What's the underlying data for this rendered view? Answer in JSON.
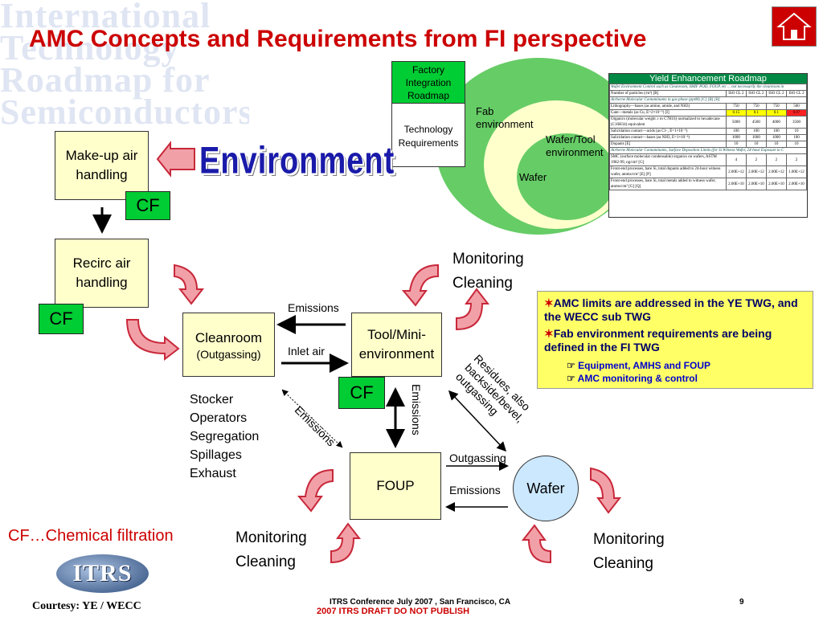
{
  "title": "AMC Concepts and Requirements from FI perspective",
  "background_wordmark": [
    "International",
    "Technology",
    "Roadmap for",
    "Semiconductors"
  ],
  "home_icon": "home-icon",
  "factory_box": {
    "top_lines": [
      "Factory",
      "Integration",
      "Roadmap"
    ],
    "bottom_lines": [
      "Technology",
      "Requirements"
    ]
  },
  "env_labels": {
    "fab": "Fab environment",
    "wafer_tool": "Wafer/Tool environment",
    "wafer": "Wafer"
  },
  "environment_word": "Environment",
  "yield_table": {
    "title": "Yield Enhancement Roadmap",
    "rows": [
      {
        "kind": "section",
        "text": "Wafer Environment Control such as Cleanroom, SMIF POD, FOUP, etc ... not necessarily the cleanroom in"
      },
      {
        "kind": "data",
        "desc": "Number of particles (/m³) [B]",
        "vals": [
          "ISO CL 2",
          "ISO CL 2",
          "ISO CL 2",
          "ISO CL 2"
        ]
      },
      {
        "kind": "section",
        "text": "Airborne Molecular Contaminants in gas phase (pptM) [C] [B] [B]"
      },
      {
        "kind": "data",
        "desc": "Lithography—bases (as amine, amide, and NH3)",
        "vals": [
          "750",
          "750",
          "750",
          "500"
        ]
      },
      {
        "kind": "data",
        "desc": "Gate—metals (as Cu, E=2×10⁻⁵) [I]",
        "vals": [
          "0.15",
          "0.1",
          "0.1",
          "0.07"
        ]
      },
      {
        "kind": "data",
        "desc": "Organics (molecular weight ≥ to C7H16) normalized to hexadecane (C16H34) equivalent",
        "vals": [
          "5000",
          "4500",
          "4000",
          "3500"
        ]
      },
      {
        "kind": "data",
        "desc": "Salicidation contact—acids (as Cl−, E=1×10⁻⁵)",
        "vals": [
          "100",
          "100",
          "100",
          "10"
        ]
      },
      {
        "kind": "data",
        "desc": "Salicidation contact—bases (as NH3, E=1×10⁻⁶)",
        "vals": [
          "1000",
          "1000",
          "1000",
          "100"
        ]
      },
      {
        "kind": "data",
        "desc": "Dopants [E]",
        "vals": [
          "10",
          "10",
          "10",
          "10"
        ]
      },
      {
        "kind": "section",
        "text": "Airborne Molecular Contaminants, Surface Deposition Limits (for Si Witness Wafer, 24-hour Exposure to C"
      },
      {
        "kind": "data",
        "desc": "SMC (surface molecular condensable) organics on wafers, ASTM 1982-99, ng/cm² [G]",
        "vals": [
          "4",
          "2",
          "2",
          "2"
        ]
      },
      {
        "kind": "data",
        "desc": "Front-end processes, bare Si, total dopants added to 24-hour witness wafer, atoms/cm² [E] [P]",
        "vals": [
          "2.00E+12",
          "2.00E+12",
          "2.00E+12",
          "1.00E+12"
        ]
      },
      {
        "kind": "data",
        "desc": "Front-end processes, bare Si, total metals added to witness wafer, atoms/cm² [G] [Q]",
        "vals": [
          "2.00E+10",
          "2.00E+10",
          "2.00E+10",
          "2.00E+10"
        ]
      }
    ]
  },
  "nodes": {
    "makeup": "Make-up air handling",
    "recirc": "Recirc air handling",
    "cleanroom": "Cleanroom",
    "cleanroom_sub": "(Outgassing)",
    "tool": "Tool/Mini-environment",
    "foup": "FOUP",
    "wafer": "Wafer",
    "cf": "CF"
  },
  "flow_labels": {
    "emissions_top": "Emissions",
    "inlet_air": "Inlet air",
    "emissions_diag": "Emissions",
    "emissions_vert": "Emissions",
    "residues": "Residues, also backside/bevel, outgassing",
    "outgassing": "Outgassing",
    "emissions_bottom": "Emissions"
  },
  "source_list": [
    "Stocker",
    "Operators",
    "Segregation",
    "Spillages",
    "Exhaust"
  ],
  "monitoring": {
    "line1": "Monitoring",
    "line2": "Cleaning"
  },
  "bullets": [
    {
      "text": "AMC limits are addressed in the YE TWG, and the WECC sub TWG",
      "level": 1
    },
    {
      "text": "Fab environment requirements are being defined in the FI TWG",
      "level": 1
    },
    {
      "text": "Equipment, AMHS and FOUP",
      "level": 2
    },
    {
      "text": "AMC monitoring & control",
      "level": 2
    }
  ],
  "cf_note": "CF…Chemical filtration",
  "itrs_logo": "ITRS",
  "footer": {
    "courtesy": "Courtesy: YE / WECC",
    "conference": "ITRS Conference July 2007 , San Francisco, CA",
    "draft": "2007 ITRS DRAFT DO NOT PUBLISH",
    "page": "9"
  },
  "colors": {
    "title": "#cc0000",
    "cf_green": "#00cc33",
    "box_fill": "#ffffcc",
    "env_blue": "#1a1aaa",
    "red_arrow": "#e83a4a",
    "bullet_box": "#ffff66",
    "wafer_fill": "#cce8ff"
  }
}
